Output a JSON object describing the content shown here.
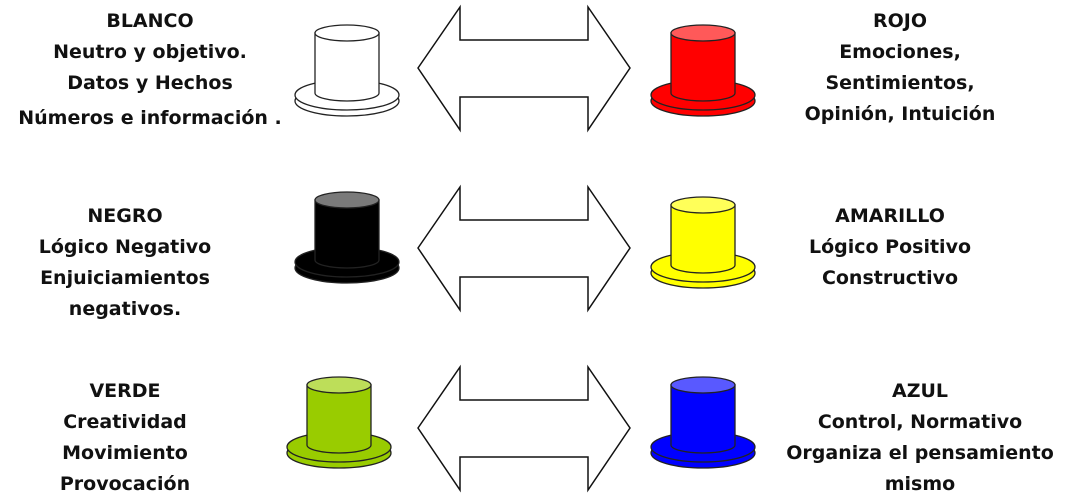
{
  "hats": {
    "blanco": {
      "color": "#ffffff",
      "lines": [
        "BLANCO",
        "Neutro y objetivo.",
        "Datos y Hechos",
        "Números e información ."
      ]
    },
    "rojo": {
      "color": "#ff0000",
      "lines": [
        "ROJO",
        "Emociones,",
        "Sentimientos,",
        "Opinión,    Intuición"
      ]
    },
    "negro": {
      "color": "#000000",
      "lines": [
        "NEGRO",
        "Lógico Negativo",
        "Enjuiciamientos",
        "negativos."
      ]
    },
    "amarillo": {
      "color": "#ffff00",
      "lines": [
        "AMARILLO",
        "Lógico Positivo",
        "Constructivo"
      ]
    },
    "verde": {
      "color": "#99cc00",
      "lines": [
        "VERDE",
        "Creatividad",
        "Movimiento",
        "Provocación"
      ]
    },
    "azul": {
      "color": "#0000ff",
      "lines": [
        "AZUL",
        "Control, Normativo",
        "Organiza el pensamiento",
        "mismo"
      ]
    }
  }
}
